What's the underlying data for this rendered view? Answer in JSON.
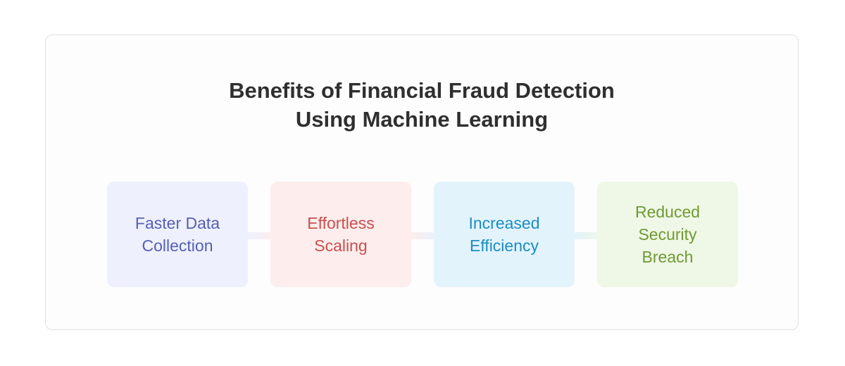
{
  "title": {
    "line1": "Benefits of Financial Fraud Detection",
    "line2": "Using Machine Learning"
  },
  "benefits": [
    {
      "label": "Faster Data\nCollection",
      "bg": "#eef0fd",
      "color": "#5560b5"
    },
    {
      "label": "Effortless\nScaling",
      "bg": "#fdeded",
      "color": "#c9504f"
    },
    {
      "label": "Increased\nEfficiency",
      "bg": "#e3f3fc",
      "color": "#1a8ec1"
    },
    {
      "label": "Reduced\nSecurity\nBreach",
      "bg": "#eff7e6",
      "color": "#6f9a33"
    }
  ]
}
